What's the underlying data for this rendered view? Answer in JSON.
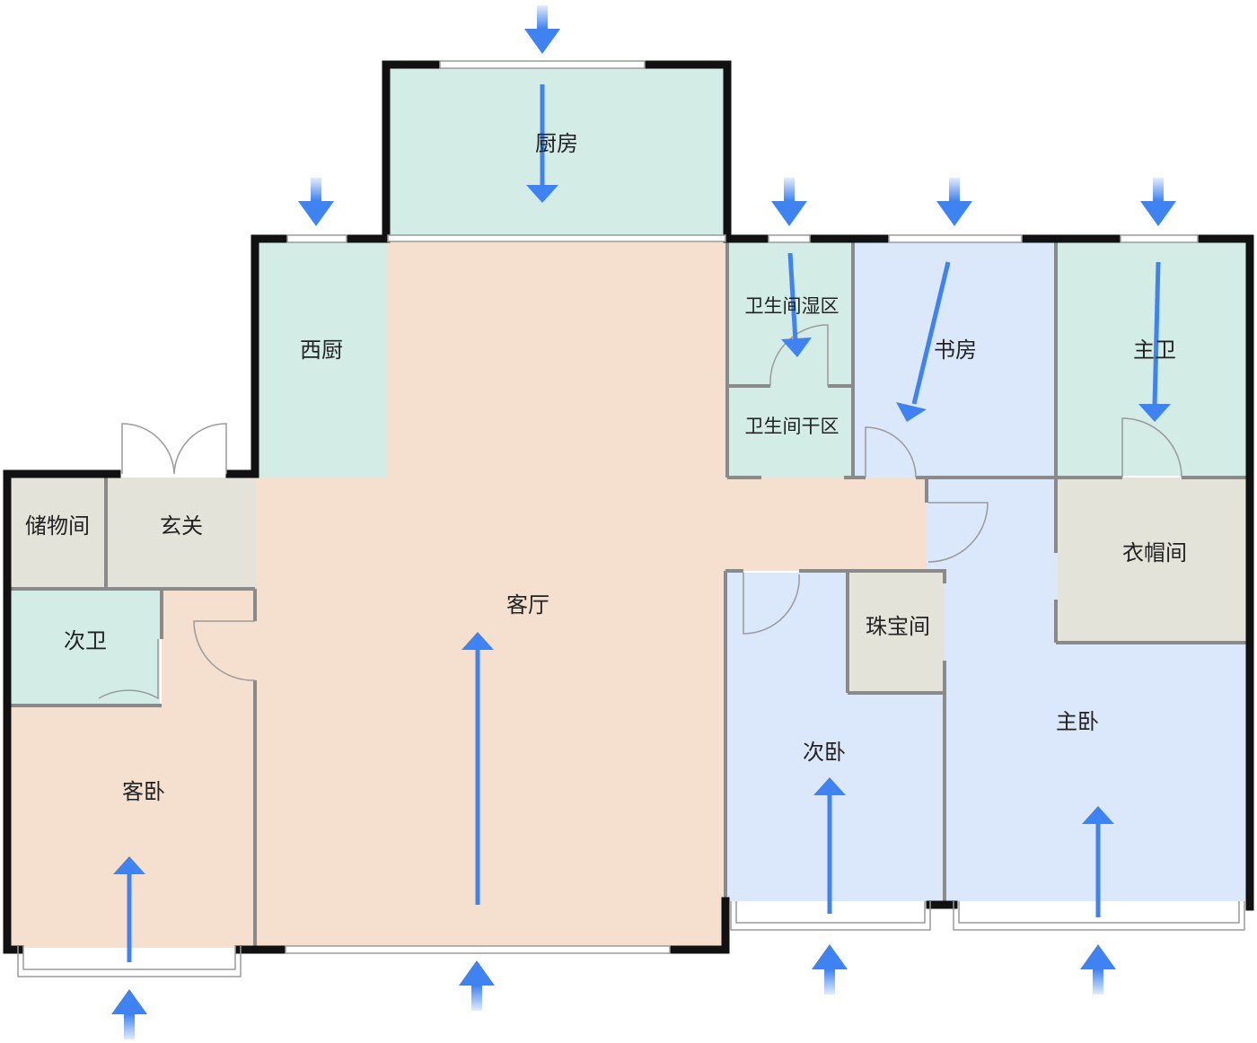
{
  "colors": {
    "kitchen": "#d4ece6",
    "bath": "#d4ece6",
    "living": "#f5e0d0",
    "bedroom_blue": "#dbe8fb",
    "storage": "#e3e3da",
    "wall": "#111111",
    "thin_wall": "#8a8a8a",
    "arrow": "#3f82f2"
  },
  "rooms": {
    "kitchen": "厨房",
    "west_kitchen": "西厨",
    "bath_wet": "卫生间湿区",
    "bath_dry": "卫生间干区",
    "study": "书房",
    "master_bath": "主卫",
    "storage": "储物间",
    "entrance": "玄关",
    "living": "客厅",
    "cloakroom": "衣帽间",
    "jewelry": "珠宝间",
    "second_bath": "次卫",
    "guest_bedroom": "客卧",
    "second_bedroom": "次卧",
    "master_bedroom": "主卧"
  }
}
